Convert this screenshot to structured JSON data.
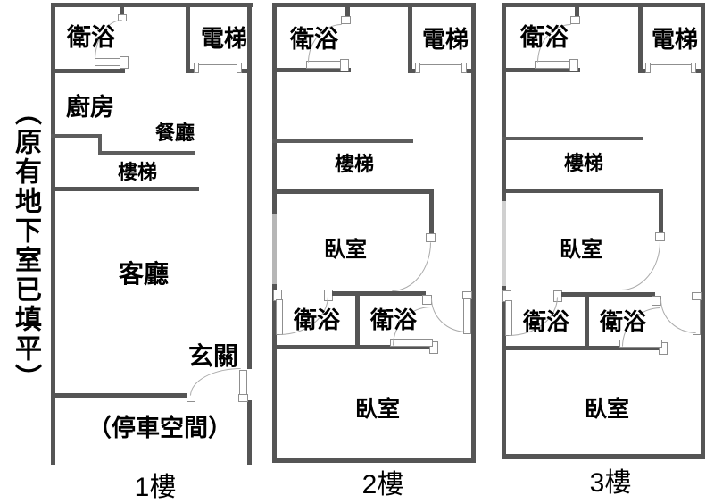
{
  "side_note": {
    "text": "（原有地下室已填平）"
  },
  "floors": [
    {
      "label": "1樓",
      "rooms": {
        "bath": "衛浴",
        "elevator": "電梯",
        "kitchen": "廚房",
        "dining": "餐廳",
        "stairs": "樓梯",
        "living": "客廳",
        "entry": "玄關",
        "parking": "（停車空間）"
      }
    },
    {
      "label": "2樓",
      "rooms": {
        "bath_top": "衛浴",
        "elevator": "電梯",
        "stairs": "樓梯",
        "bedroom_upper": "臥室",
        "bath_left": "衛浴",
        "bath_right": "衛浴",
        "bedroom_lower": "臥室"
      }
    },
    {
      "label": "3樓",
      "rooms": {
        "bath_top": "衛浴",
        "elevator": "電梯",
        "stairs": "樓梯",
        "bedroom_upper": "臥室",
        "bath_left": "衛浴",
        "bath_right": "衛浴",
        "bedroom_lower": "臥室"
      }
    }
  ],
  "colors": {
    "wall": "#555555",
    "door_symbol": "#8f8f8f",
    "arc": "#aaaaaa",
    "text": "#000000",
    "background": "#ffffff"
  }
}
